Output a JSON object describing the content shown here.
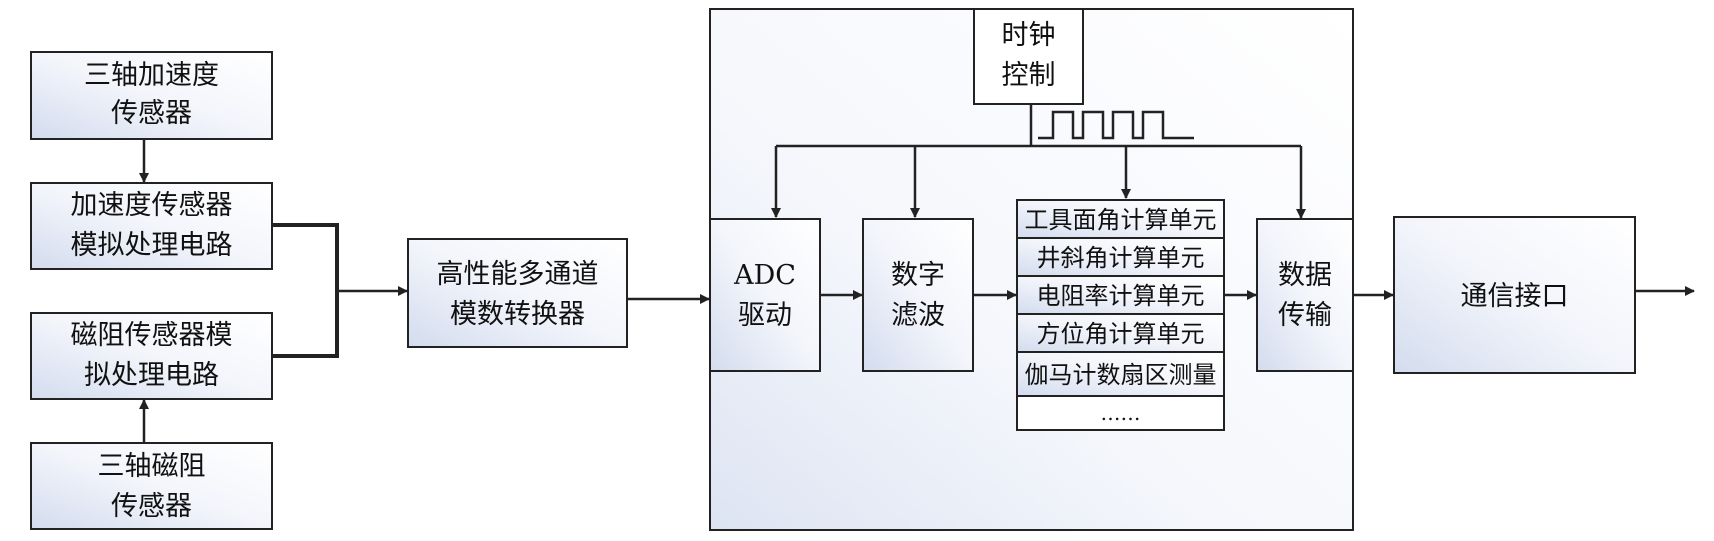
{
  "sensors": {
    "accel_sensor": [
      "三轴加速度",
      "传感器"
    ],
    "accel_circuit": [
      "加速度传感器",
      "模拟处理电路"
    ],
    "mag_circuit": [
      "磁阻传感器模",
      "拟处理电路"
    ],
    "mag_sensor": [
      "三轴磁阻",
      "传感器"
    ]
  },
  "adc_converter": [
    "高性能多通道",
    "模数转换器"
  ],
  "fpga": {
    "clock": [
      "时钟",
      "控制"
    ],
    "adc_driver": [
      "ADC",
      "驱动"
    ],
    "digital_filter": [
      "数字",
      "滤波"
    ],
    "compute_units": [
      "工具面角计算单元",
      "井斜角计算单元",
      "电阻率计算单元",
      "方位角计算单元",
      "伽马计数扇区测量",
      "……"
    ],
    "data_transfer": [
      "数据",
      "传输"
    ]
  },
  "comm_interface": [
    "通信接口"
  ],
  "colors": {
    "stroke": "#222222",
    "box_fill_light": "#ffffff",
    "box_fill_shade": "#d3dcee"
  }
}
